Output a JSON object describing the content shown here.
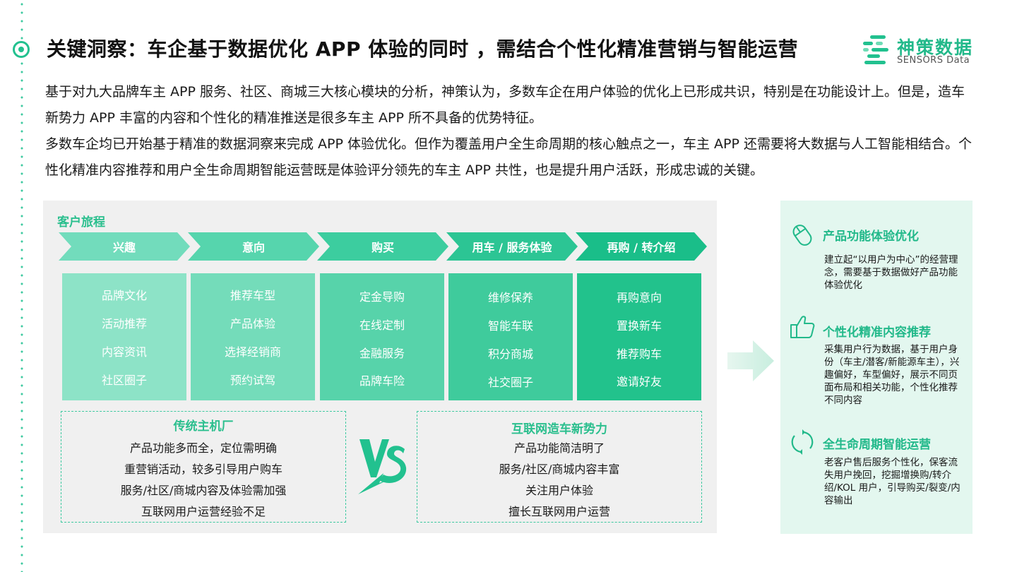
{
  "header": {
    "title": "关键洞察：车企基于数据优化 APP 体验的同时 ，需结合个性化精准营销与智能运营",
    "logo_cn": "神策数据",
    "logo_en": "SENSORS Data"
  },
  "paragraphs": [
    "基于对九大品牌车主 APP 服务、社区、商城三大核心模块的分析，神策认为，多数车企在用户体验的优化上已形成共识，特别是在功能设计上。但是，造车新势力 APP 丰富的内容和个性化的精准推送是很多车主 APP 所不具备的优势特征。",
    "多数车企均已开始基于精准的数据洞察来完成 APP 体验优化。但作为覆盖用户全生命周期的核心触点之一，车主 APP 还需要将大数据与人工智能相结合。个性化精准内容推荐和用户全生命周期智能运营既是体验评分领先的车主 APP 共性，也是提升用户活跃，形成忠诚的关键。"
  ],
  "journey": {
    "title": "客户旅程",
    "stages": [
      {
        "label": "兴趣",
        "color": "#72dcbc",
        "items": [
          "品牌文化",
          "活动推荐",
          "内容资讯",
          "社区圈子"
        ]
      },
      {
        "label": "意向",
        "color": "#56d5ad",
        "items": [
          "推荐车型",
          "产品体验",
          "选择经销商",
          "预约试驾"
        ]
      },
      {
        "label": "购买",
        "color": "#3ccd9f",
        "items": [
          "定金导购",
          "在线定制",
          "金融服务",
          "品牌车险"
        ]
      },
      {
        "label": "用车 / 服务体验",
        "color": "#2cc594",
        "items": [
          "维修保养",
          "智能车联",
          "积分商城",
          "社交圈子"
        ]
      },
      {
        "label": "再购 / 转介绍",
        "color": "#1abe89",
        "items": [
          "再购意向",
          "置换新车",
          "推荐购车",
          "邀请好友"
        ]
      }
    ],
    "box_colors": [
      "#8de3c7",
      "#74dcba",
      "#57d3aa",
      "#3fcb9c",
      "#22c28c"
    ],
    "traditional": {
      "title": "传统主机厂",
      "lines": [
        "产品功能多而全，定位需明确",
        "重营销活动，较多引导用户购车",
        "服务/社区/商城内容及体验需加强",
        "互联网用户运营经验不足"
      ]
    },
    "internet": {
      "title": "互联网造车新势力",
      "lines": [
        "产品功能简洁明了",
        "服务/社区/商城内容丰富",
        "关注用户体验",
        "擅长互联网用户运营"
      ]
    }
  },
  "insights": [
    {
      "icon": "mouse-icon",
      "title": "产品功能体验优化",
      "desc": "建立起“以用户为中心”的经营理念，需要基于数据做好产品功能体验优化"
    },
    {
      "icon": "thumbs-up-icon",
      "title": "个性化精准内容推荐",
      "desc": "采集用户行为数据，基于用户身份（车主/潜客/新能源车主），兴趣偏好，车型偏好，展示不同页面布局和相关功能，个性化推荐不同内容"
    },
    {
      "icon": "cycle-icon",
      "title": "全生命周期智能运营",
      "desc": "老客户售后服务个性化，保客流失用户挽回，挖掘增换购/转介绍/KOL 用户，引导购买/裂变/内容输出"
    }
  ],
  "colors": {
    "accent": "#22b98a",
    "panel_bg": "#f0f0f0",
    "insight_bg": "#e3f7ef"
  }
}
